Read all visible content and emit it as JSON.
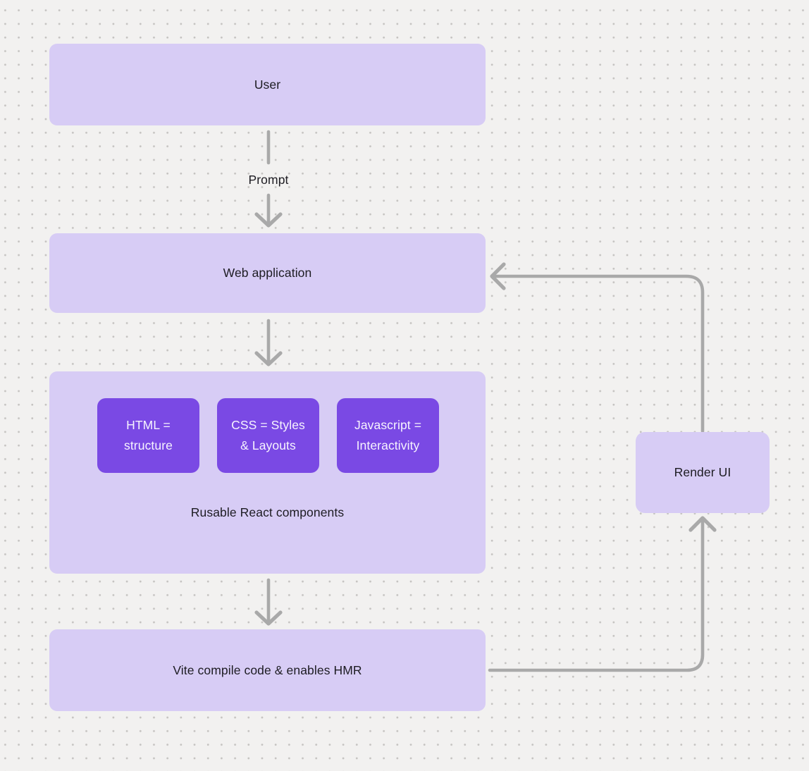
{
  "colors": {
    "background": "#f2f1f0",
    "dot_grid": "#c5c3c1",
    "node_fill": "#d7ccf5",
    "accent_chip_fill": "#7a49e4",
    "arrow": "#a9a9a9",
    "text_dark": "#1d1c22",
    "text_light": "#f7f4fe"
  },
  "nodes": {
    "user": {
      "label": "User"
    },
    "web_application": {
      "label": "Web application"
    },
    "components": {
      "caption": "Rusable React components",
      "items": [
        {
          "label": "HTML = structure"
        },
        {
          "label": "CSS = Styles & Layouts"
        },
        {
          "label": "Javascript = Interactivity"
        }
      ]
    },
    "vite": {
      "label": "Vite compile code & enables HMR"
    },
    "render_ui": {
      "label": "Render UI"
    }
  },
  "edges": {
    "user_to_web_application": {
      "label": "Prompt",
      "direction": "down"
    },
    "web_application_to_components": {
      "label": "",
      "direction": "down"
    },
    "components_to_vite": {
      "label": "",
      "direction": "down"
    },
    "vite_to_render_ui": {
      "label": "",
      "direction": "right-then-up"
    },
    "render_ui_to_web_application": {
      "label": "",
      "direction": "up-then-left"
    }
  }
}
